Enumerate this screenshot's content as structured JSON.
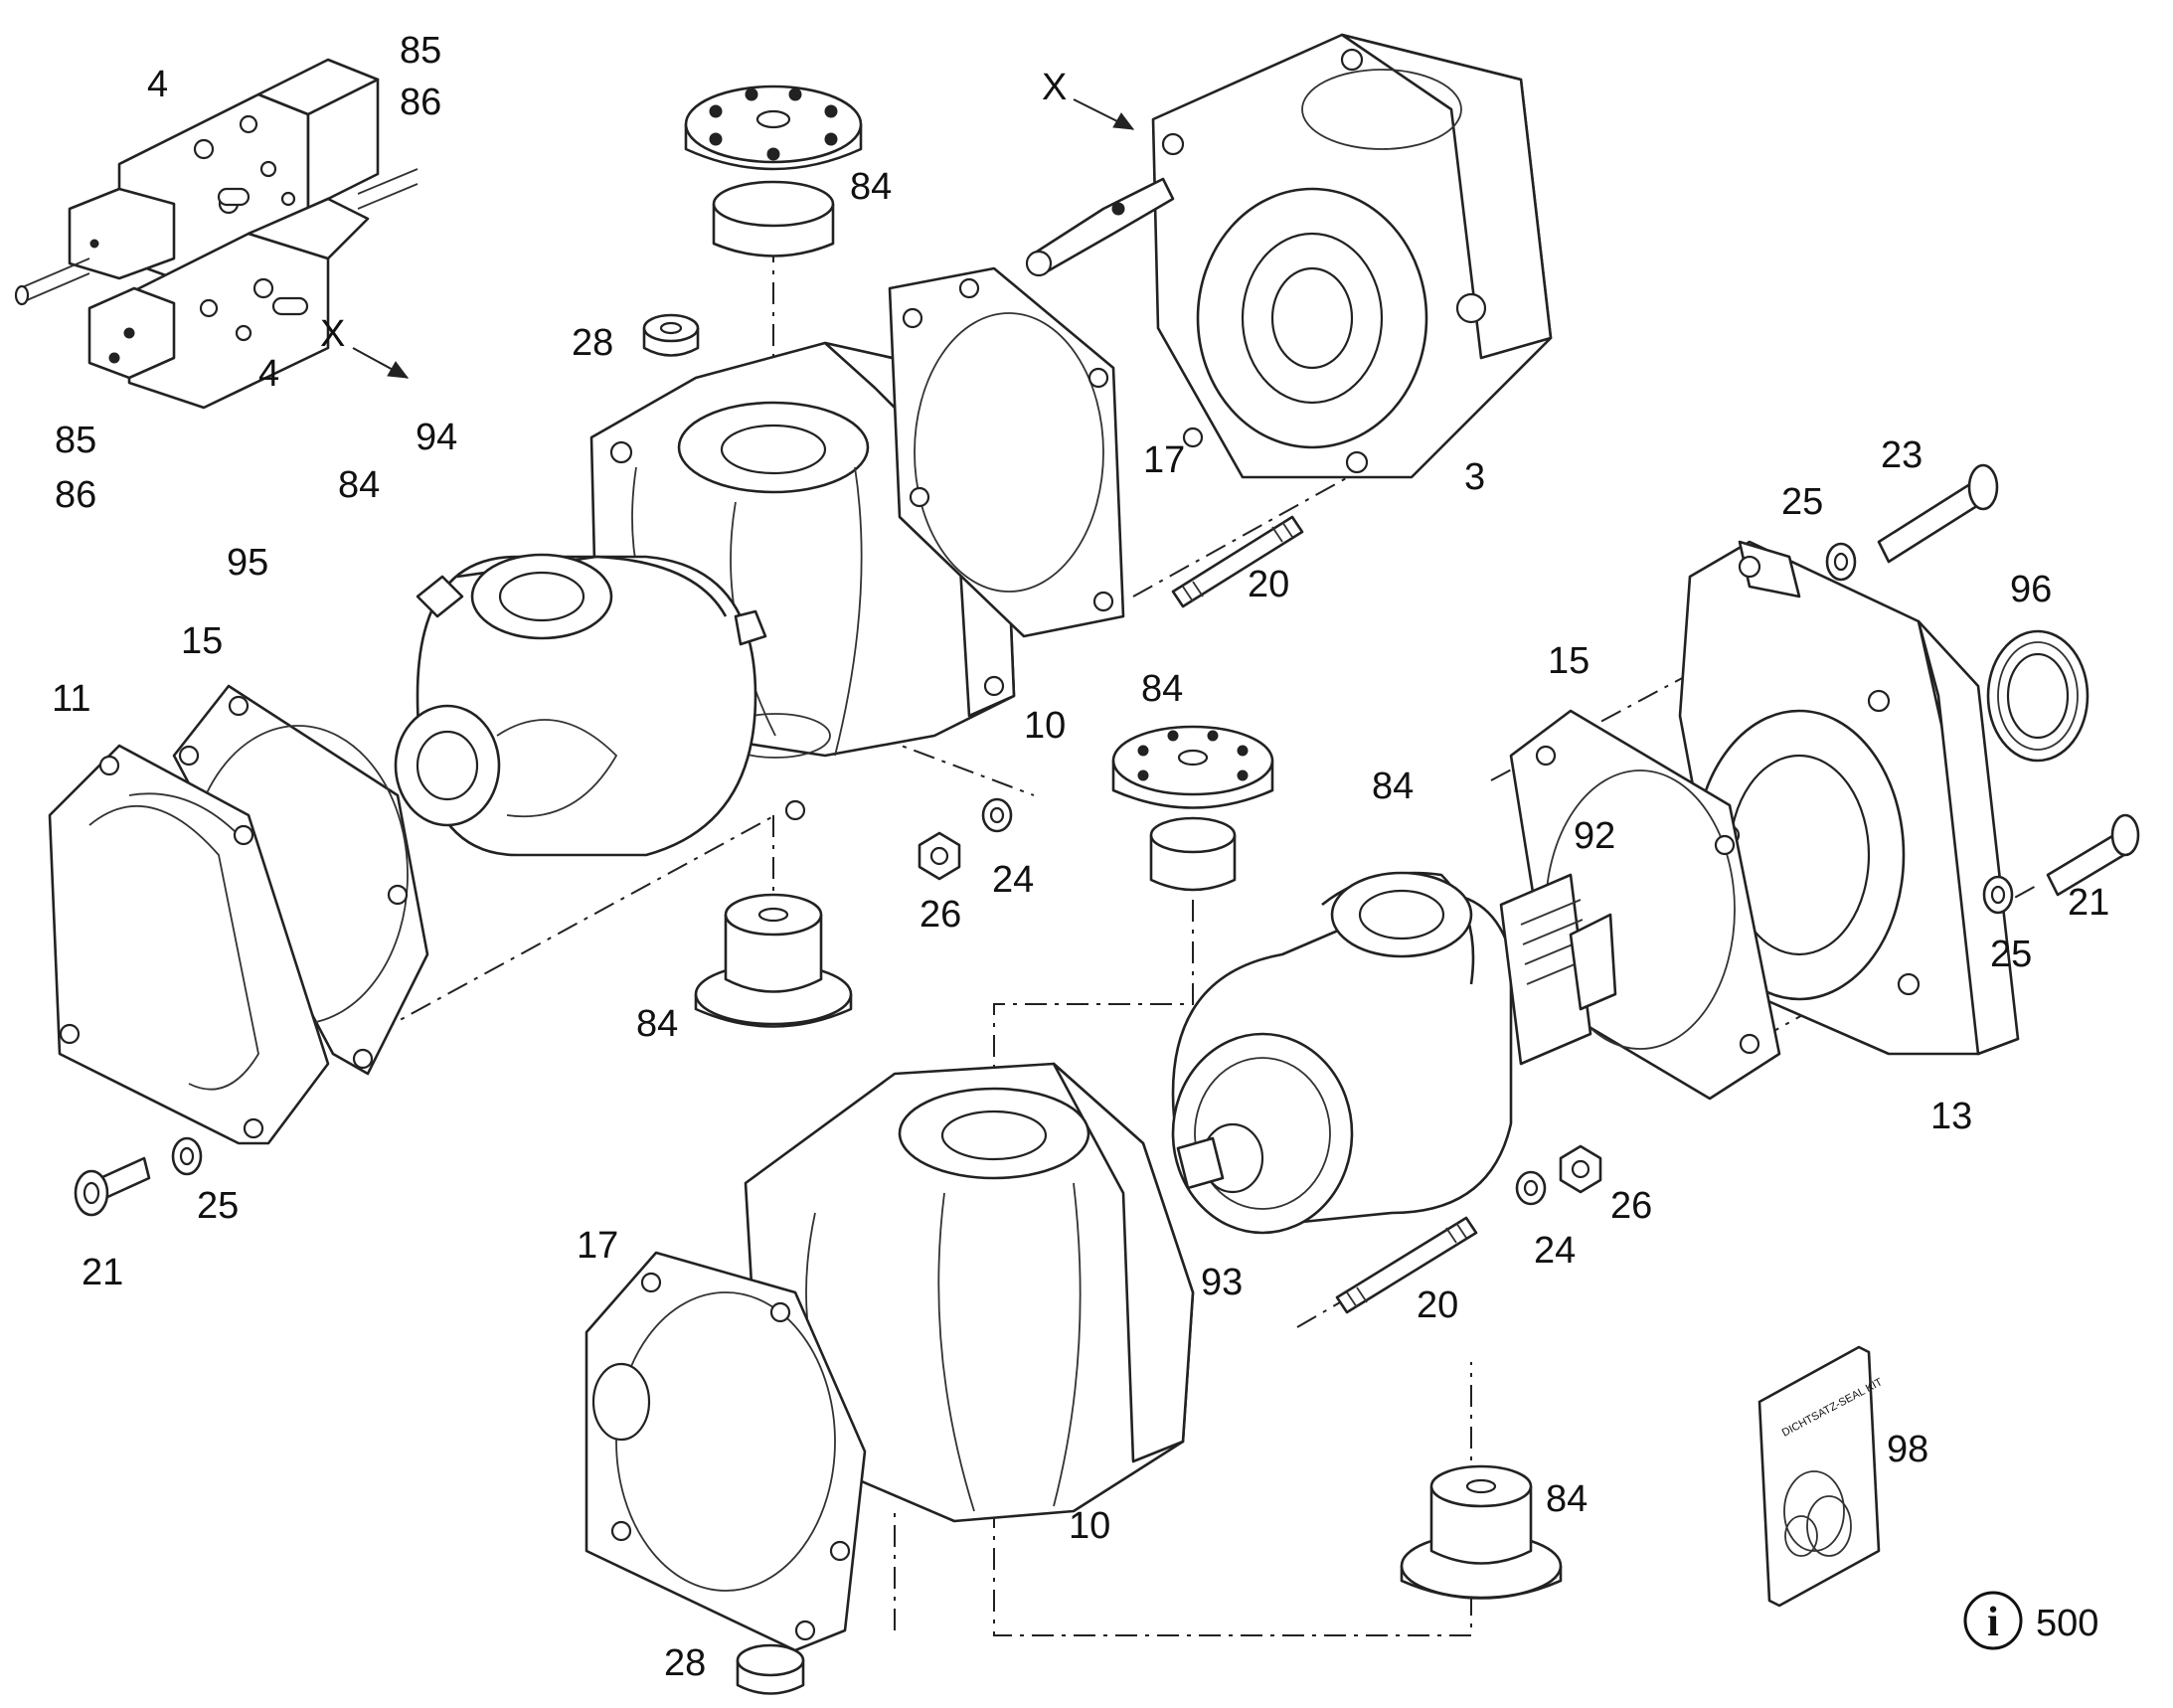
{
  "labels": [
    {
      "id": "4a",
      "text": "4"
    },
    {
      "id": "85a",
      "text": "85"
    },
    {
      "id": "86a",
      "text": "86"
    },
    {
      "id": "xa",
      "text": "X"
    },
    {
      "id": "4b",
      "text": "4"
    },
    {
      "id": "85b",
      "text": "85"
    },
    {
      "id": "86b",
      "text": "86"
    },
    {
      "id": "84a",
      "text": "84"
    },
    {
      "id": "28a",
      "text": "28"
    },
    {
      "id": "94",
      "text": "94"
    },
    {
      "id": "84b",
      "text": "84"
    },
    {
      "id": "95",
      "text": "95"
    },
    {
      "id": "15a",
      "text": "15"
    },
    {
      "id": "11",
      "text": "11"
    },
    {
      "id": "xb",
      "text": "X"
    },
    {
      "id": "17a",
      "text": "17"
    },
    {
      "id": "3",
      "text": "3"
    },
    {
      "id": "20a",
      "text": "20"
    },
    {
      "id": "10a",
      "text": "10"
    },
    {
      "id": "23",
      "text": "23"
    },
    {
      "id": "25a",
      "text": "25"
    },
    {
      "id": "96",
      "text": "96"
    },
    {
      "id": "15b",
      "text": "15"
    },
    {
      "id": "84c",
      "text": "84"
    },
    {
      "id": "84d",
      "text": "84"
    },
    {
      "id": "92",
      "text": "92"
    },
    {
      "id": "21a",
      "text": "21"
    },
    {
      "id": "25b",
      "text": "25"
    },
    {
      "id": "13",
      "text": "13"
    },
    {
      "id": "26a",
      "text": "26"
    },
    {
      "id": "24a",
      "text": "24"
    },
    {
      "id": "84e",
      "text": "84"
    },
    {
      "id": "25c",
      "text": "25"
    },
    {
      "id": "21b",
      "text": "21"
    },
    {
      "id": "17b",
      "text": "17"
    },
    {
      "id": "93",
      "text": "93"
    },
    {
      "id": "26b",
      "text": "26"
    },
    {
      "id": "24b",
      "text": "24"
    },
    {
      "id": "20b",
      "text": "20"
    },
    {
      "id": "10b",
      "text": "10"
    },
    {
      "id": "84f",
      "text": "84"
    },
    {
      "id": "98",
      "text": "98"
    },
    {
      "id": "28b",
      "text": "28"
    },
    {
      "id": "500",
      "text": "500"
    }
  ],
  "info_icon": {
    "glyph": "i",
    "icon": "info-icon"
  },
  "seal_kit": {
    "text": "DICHTSATZ-SEAL KIT"
  }
}
